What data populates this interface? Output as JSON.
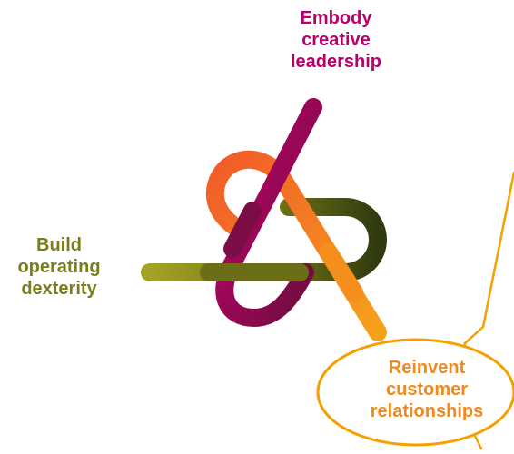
{
  "diagram": {
    "labels": {
      "top": {
        "lines": [
          "Embody",
          "creative",
          "leadership"
        ]
      },
      "left": {
        "lines": [
          "Build",
          "operating",
          "dexterity"
        ]
      },
      "bottom": {
        "lines": [
          "Reinvent",
          "customer",
          "relationships"
        ]
      }
    },
    "colors": {
      "magenta": "#B7006E",
      "olive": "#7A7E1A",
      "orange": "#F08A1D",
      "callout": "#F39A1D",
      "dark_red": "#6A0E3A",
      "dark_green": "#3F4A12"
    }
  }
}
